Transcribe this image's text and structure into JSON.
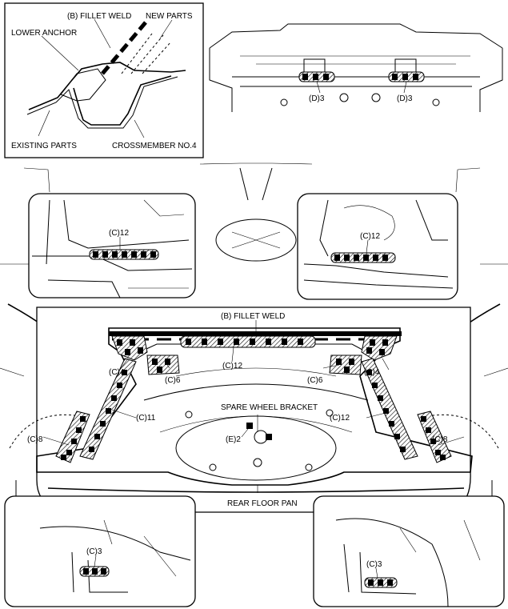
{
  "callouts": {
    "fillet_weld_inset": "(B) FILLET WELD",
    "new_parts": "NEW PARTS",
    "lower_anchor": "LOWER ANCHOR",
    "existing_parts": "EXISTING PARTS",
    "crossmember": "CROSSMEMBER NO.4",
    "d3_left": "(D)3",
    "d3_right": "(D)3",
    "c12_left_inset": "(C)12",
    "c12_right_inset": "(C)12",
    "fillet_weld_main": "(B) FILLET WELD",
    "c4_left": "(C)4",
    "c4_right": "(C)4",
    "c6_left": "(C)6",
    "c6_right": "(C)6",
    "c12_center": "(C)12",
    "c11_left": "(C)11",
    "c12_right_main": "(C)12",
    "c8_left": "(C)8",
    "c8_right": "(C)8",
    "spare_wheel_bracket": "SPARE WHEEL BRACKET",
    "e2": "(E)2",
    "rear_floor_pan": "REAR FLOOR PAN",
    "c3_left": "(C)3",
    "c3_right": "(C)3"
  }
}
